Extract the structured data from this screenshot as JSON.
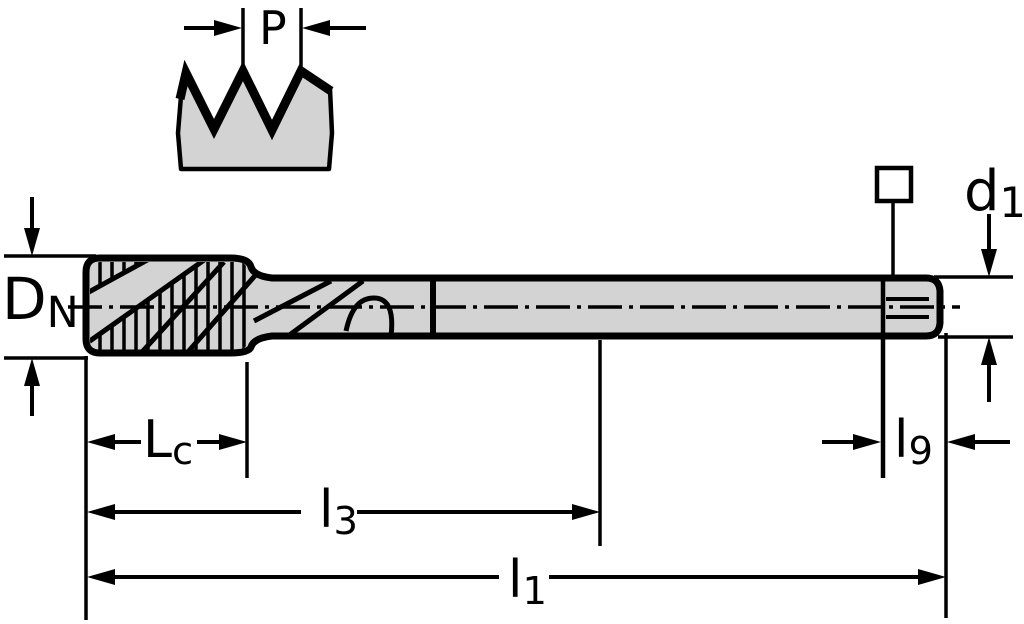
{
  "colors": {
    "background": "#ffffff",
    "ink": "#000000",
    "metal_fill": "#d3d3d3"
  },
  "labels": {
    "pitch": {
      "base": "P",
      "sub": ""
    },
    "nominal_diameter": {
      "base": "D",
      "sub": "N"
    },
    "shank_diameter": {
      "base": "d",
      "sub": "1"
    },
    "chamfer_length": {
      "base": "L",
      "sub": "c"
    },
    "flute_length": {
      "base": "l",
      "sub": "3"
    },
    "overall_length": {
      "base": "l",
      "sub": "1"
    },
    "square_length": {
      "base": "l",
      "sub": "9"
    }
  }
}
